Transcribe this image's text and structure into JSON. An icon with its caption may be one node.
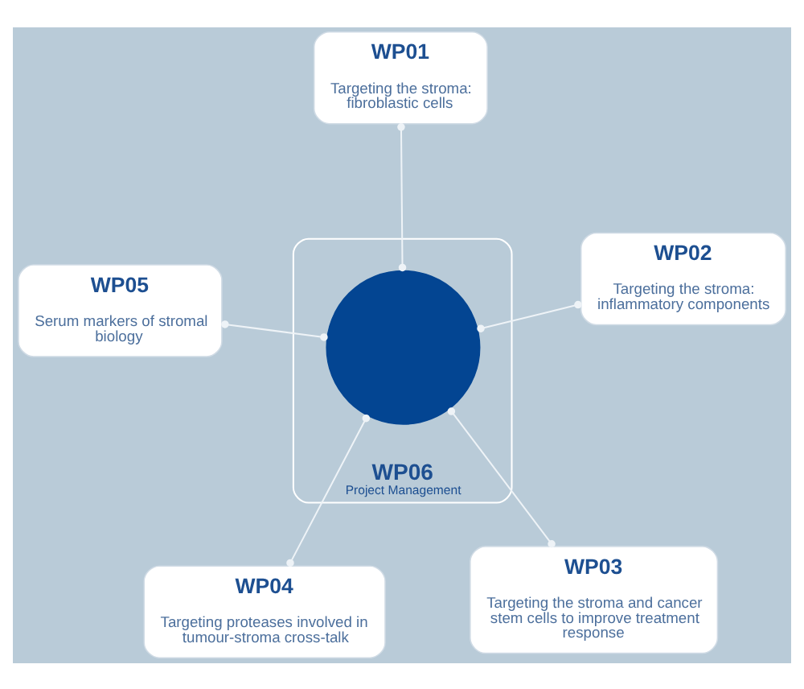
{
  "diagram": {
    "nodes": [
      {
        "text": [
          "WP01",
          "Targeting the stroma: fibroblastic cells"
        ]
      },
      {
        "text": [
          "WP06",
          "Project Management"
        ]
      },
      {
        "text": [],
        "shape": "circle",
        "in": 1
      },
      {
        "text": [
          "WP02",
          "Targeting the stroma: inflammatory components"
        ]
      },
      {
        "text": [
          "WP03",
          "Targeting the stroma and cancer stem cells to improve treatment response"
        ]
      },
      {
        "text": [
          "WP04",
          "Targeting proteases involved in tumour-stroma cross-talk"
        ]
      },
      {
        "text": [
          "WP05",
          "Serum markers of stromal biology"
        ]
      }
    ],
    "edges": [
      {
        "from": 2,
        "to": 0,
        "arrow": "other"
      },
      {
        "from": 2,
        "to": 3,
        "arrow": "other"
      },
      {
        "from": 2,
        "to": 4,
        "arrow": "other"
      },
      {
        "from": 2,
        "to": 5,
        "arrow": "other"
      },
      {
        "from": 2,
        "to": 6,
        "arrow": "other"
      }
    ]
  }
}
